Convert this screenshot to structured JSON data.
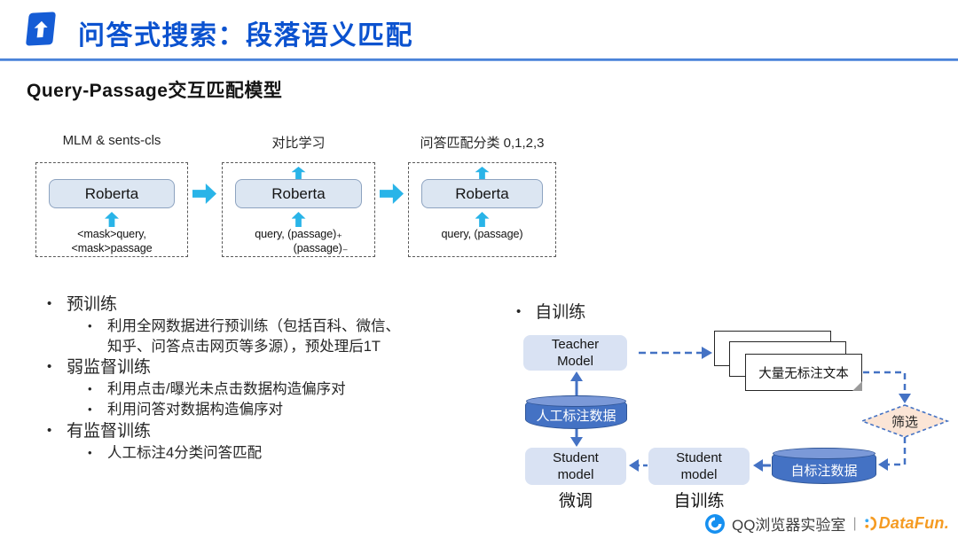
{
  "header": {
    "title": "问答式搜索：段落语义匹配"
  },
  "subtitle": "Query-Passage交互匹配模型",
  "pretrain": {
    "stages": [
      {
        "label": "MLM & sents-cls",
        "model": "Roberta",
        "input_lines": [
          "<mask>query,<mask>passage",
          ""
        ]
      },
      {
        "label": "对比学习",
        "model": "Roberta",
        "input_lines": [
          "query, (passage)₊",
          "(passage)₋"
        ]
      },
      {
        "label": "问答匹配分类 0,1,2,3",
        "model": "Roberta",
        "input_lines": [
          "query, (passage)",
          ""
        ]
      }
    ]
  },
  "bullets": [
    {
      "label": "预训练",
      "children": [
        "利用全网数据进行预训练（包括百科、微信、知乎、问答点击网页等多源），预处理后1T"
      ]
    },
    {
      "label": "弱监督训练",
      "children": [
        "利用点击/曝光未点击数据构造偏序对",
        "利用问答对数据构造偏序对"
      ]
    },
    {
      "label": "有监督训练",
      "children": [
        "人工标注4分类问答匹配"
      ]
    }
  ],
  "selftrain": {
    "title": "自训练",
    "teacher": {
      "line1": "Teacher",
      "line2": "Model"
    },
    "papers_label": "大量无标注文本",
    "filter_label": "筛选",
    "human_data": "人工标注数据",
    "self_data": "自标注数据",
    "student_left": {
      "line1": "Student",
      "line2": "model"
    },
    "student_right": {
      "line1": "Student",
      "line2": "model"
    },
    "caption_left": "微调",
    "caption_right": "自训练"
  },
  "footer": {
    "lab": "QQ浏览器实验室",
    "separator": "|",
    "brand": "DataFun."
  },
  "colors": {
    "title_blue": "#0b52cf",
    "accent_cyan": "#29b4e8",
    "connector_blue": "#4472c4",
    "model_box_fill": "#dce6f2",
    "model_box_border": "#8da3c0",
    "panel_fill": "#d9e2f3",
    "cylinder_fill": "#4472c4",
    "cylinder_border": "#2f5597",
    "diamond_fill": "#fbe5d6",
    "brand_orange": "#f59b22"
  }
}
